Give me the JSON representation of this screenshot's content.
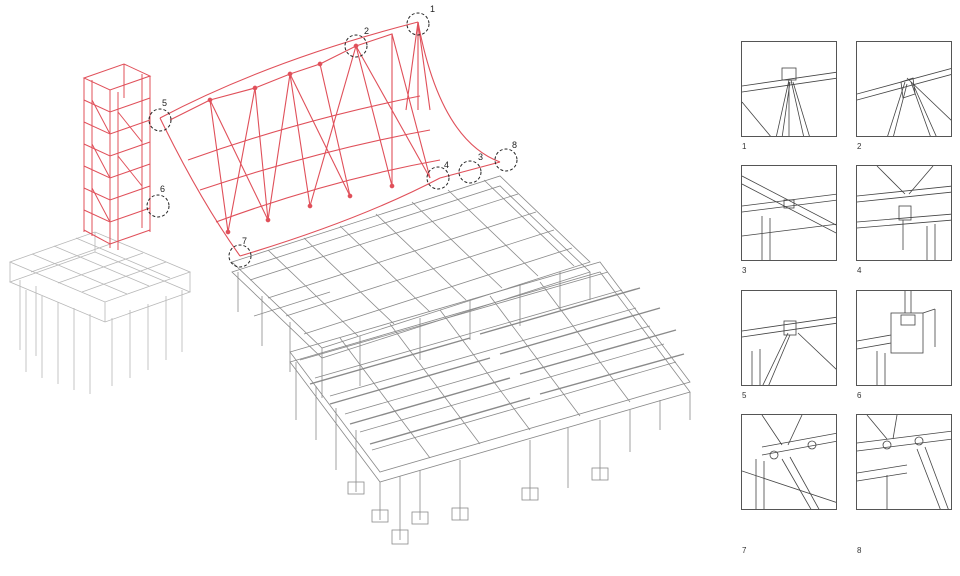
{
  "callouts": [
    {
      "id": "1",
      "label": "1"
    },
    {
      "id": "2",
      "label": "2"
    },
    {
      "id": "3",
      "label": "3"
    },
    {
      "id": "4",
      "label": "4"
    },
    {
      "id": "5",
      "label": "5"
    },
    {
      "id": "6",
      "label": "6"
    },
    {
      "id": "7",
      "label": "7"
    },
    {
      "id": "8",
      "label": "8"
    }
  ],
  "details": [
    {
      "id": "1",
      "label": "1"
    },
    {
      "id": "2",
      "label": "2"
    },
    {
      "id": "3",
      "label": "3"
    },
    {
      "id": "4",
      "label": "4"
    },
    {
      "id": "5",
      "label": "5"
    },
    {
      "id": "6",
      "label": "6"
    },
    {
      "id": "7",
      "label": "7"
    },
    {
      "id": "8",
      "label": "8"
    }
  ],
  "colors": {
    "roof_structure": "#e0505a",
    "base_structure": "#8a8a8a",
    "light_structure": "#b8b8b8",
    "callout_ring": "#222222"
  }
}
